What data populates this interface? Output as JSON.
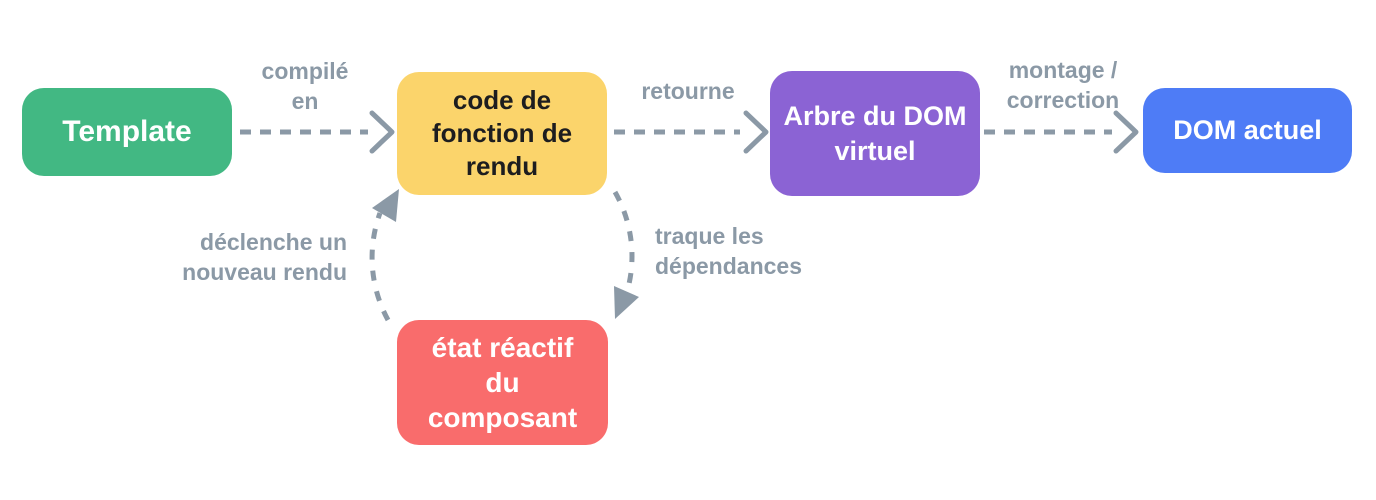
{
  "diagram": {
    "title": "Vue rendering pipeline (fr)",
    "colors": {
      "background": "#ffffff",
      "arrow": "#8b99a6",
      "edge_label": "#8b99a6"
    },
    "nodes": [
      {
        "id": "template",
        "label": "Template",
        "color": "#42b883",
        "text_color": "#ffffff"
      },
      {
        "id": "render-function-code",
        "label": "code de\nfonction de\nrendu",
        "color": "#fbd46b",
        "text_color": "#1d1d1f"
      },
      {
        "id": "virtual-dom-tree",
        "label": "Arbre du DOM\nvirtuel",
        "color": "#8b63d4",
        "text_color": "#ffffff"
      },
      {
        "id": "actual-dom",
        "label": "DOM actuel",
        "color": "#4e7cf6",
        "text_color": "#ffffff"
      },
      {
        "id": "reactive-state",
        "label": "état réactif\ndu\ncomposant",
        "color": "#f96c6c",
        "text_color": "#ffffff"
      }
    ],
    "edges": [
      {
        "from": "template",
        "to": "render-function-code",
        "label": "compilé\nen"
      },
      {
        "from": "render-function-code",
        "to": "virtual-dom-tree",
        "label": "retourne"
      },
      {
        "from": "virtual-dom-tree",
        "to": "actual-dom",
        "label": "montage /\ncorrection"
      },
      {
        "from": "render-function-code",
        "to": "reactive-state",
        "label": "traque les\ndépendances"
      },
      {
        "from": "reactive-state",
        "to": "render-function-code",
        "label": "déclenche un\nnouveau rendu"
      }
    ]
  }
}
